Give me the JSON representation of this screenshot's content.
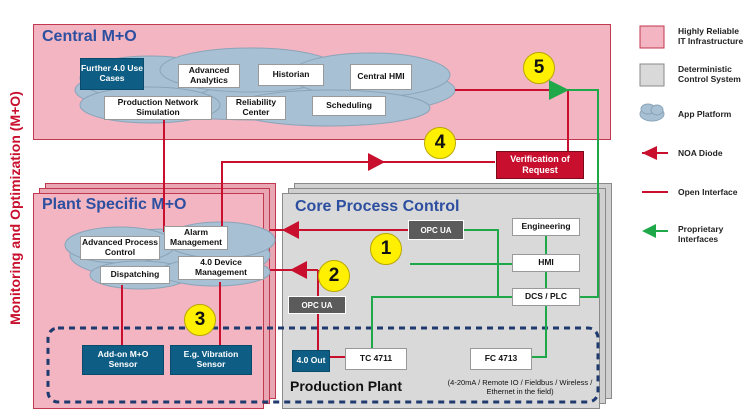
{
  "side_label": "Monitoring and Optimization (M+O)",
  "central": {
    "title": "Central M+O",
    "boxes": {
      "further": "Further 4.0 Use Cases",
      "analytics": "Advanced Analytics",
      "historian": "Historian",
      "hmi": "Central HMI",
      "network_sim": "Production Network Simulation",
      "reliability": "Reliability Center",
      "scheduling": "Scheduling"
    }
  },
  "plant": {
    "title": "Plant Specific M+O",
    "boxes": {
      "apc": "Advanced Process Control",
      "alarm": "Alarm Management",
      "dispatching": "Dispatching",
      "device_mgmt": "4.0 Device Management"
    },
    "sensors": {
      "addon": "Add-on M+O Sensor",
      "vibration": "E.g. Vibration Sensor"
    }
  },
  "core": {
    "title": "Core Process Control",
    "opc_ua_top": "OPC UA",
    "opc_ua_mid": "OPC UA",
    "engineering": "Engineering",
    "hmi": "HMI",
    "dcs": "DCS / PLC",
    "out": "4.0 Out",
    "tc": "TC 4711",
    "fc": "FC 4713",
    "fieldbus_note": "(4-20mA / Remote IO / Fieldbus / Wireless / Ethernet in the field)"
  },
  "production_plant": "Production Plant",
  "verification": "Verification of Request",
  "numbers": [
    "1",
    "2",
    "3",
    "4",
    "5"
  ],
  "legend": {
    "highly_reliable": "Highly Reliable IT Infrastructure",
    "deterministic": "Deterministic Control System",
    "app_platform": "App Platform",
    "noa_diode": "NOA Diode",
    "open_interface": "Open Interface",
    "proprietary": "Proprietary Interfaces"
  },
  "colors": {
    "pink": "#f2b5c1",
    "gray": "#d9d9d9",
    "red": "#c8102e",
    "green": "#1fa84a",
    "blue": "#0e5d84",
    "yellow": "#ffef00",
    "cloud": "#a8c0d3"
  }
}
